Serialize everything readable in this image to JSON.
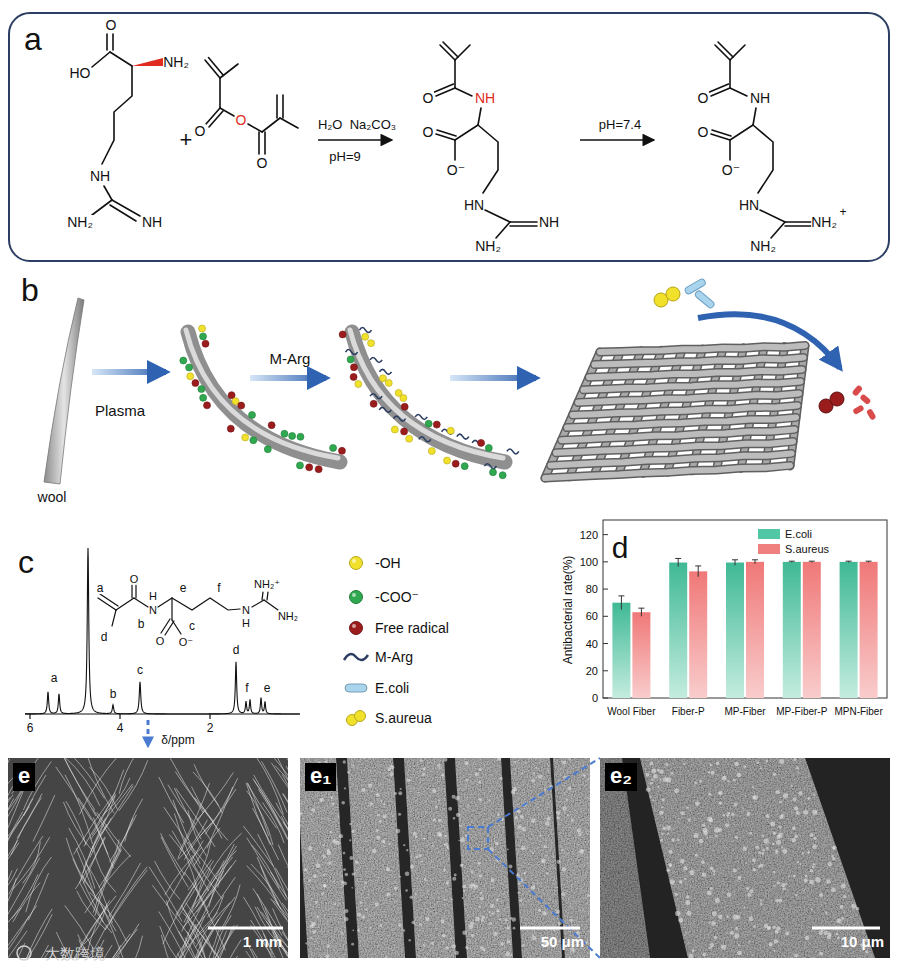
{
  "diagram": {
    "nodes": [
      {
        "text": [
          "a"
        ]
      },
      {
        "text": [
          "e",
          "1 mm"
        ]
      },
      {
        "text": [
          "e₁",
          "50 μm"
        ]
      },
      {
        "text": [
          "e₂",
          "10 μm"
        ]
      }
    ],
    "labels": [
      "HO",
      "O",
      "NH₂",
      "NH",
      "NH₂",
      "NH",
      "+",
      "O",
      "O",
      "O",
      "H₂O  Na₂CO₃",
      "pH=9",
      "O",
      "NH",
      "O",
      "O⁻",
      "HN",
      "NH",
      "NH₂",
      "pH=7.4",
      "O",
      "NH",
      "O",
      "O⁻",
      "HN",
      "NH₂",
      "+",
      "NH₂",
      "wool",
      "Plasma",
      "M-Arg",
      "a",
      "d",
      "O",
      "H",
      "N",
      "b",
      "e",
      "c",
      "O",
      "O⁻",
      "f",
      "H",
      "N",
      "NH₂⁺",
      "NH₂",
      "a",
      "b",
      "c",
      "d",
      "f",
      "e",
      "6",
      "4",
      "2",
      "δ/ppm",
      "b",
      "c",
      "d",
      "Antibacterial rate(%)",
      "0",
      "20",
      "40",
      "60",
      "80",
      "100",
      "120",
      "Wool Fiber",
      "Fiber-P",
      "MP-Fiber",
      "MP-Fiber-P",
      "MPN-Fiber",
      "大数跨境"
    ],
    "legend": [
      {
        "text": "-OH",
        "color": "#f2e12a"
      },
      {
        "text": "-COO⁻",
        "color": "#2fa84f"
      },
      {
        "text": "Free radical",
        "color": "#9b1c1c"
      },
      {
        "text": "M-Arg"
      },
      {
        "text": "E.coli",
        "color": "#a8d4ee"
      },
      {
        "text": "S.aureua",
        "color": "#f2e12a"
      },
      {
        "text": "E.coli",
        "color": "#52c7a6"
      },
      {
        "text": "S.aureus",
        "color": "#f08080"
      }
    ]
  }
}
